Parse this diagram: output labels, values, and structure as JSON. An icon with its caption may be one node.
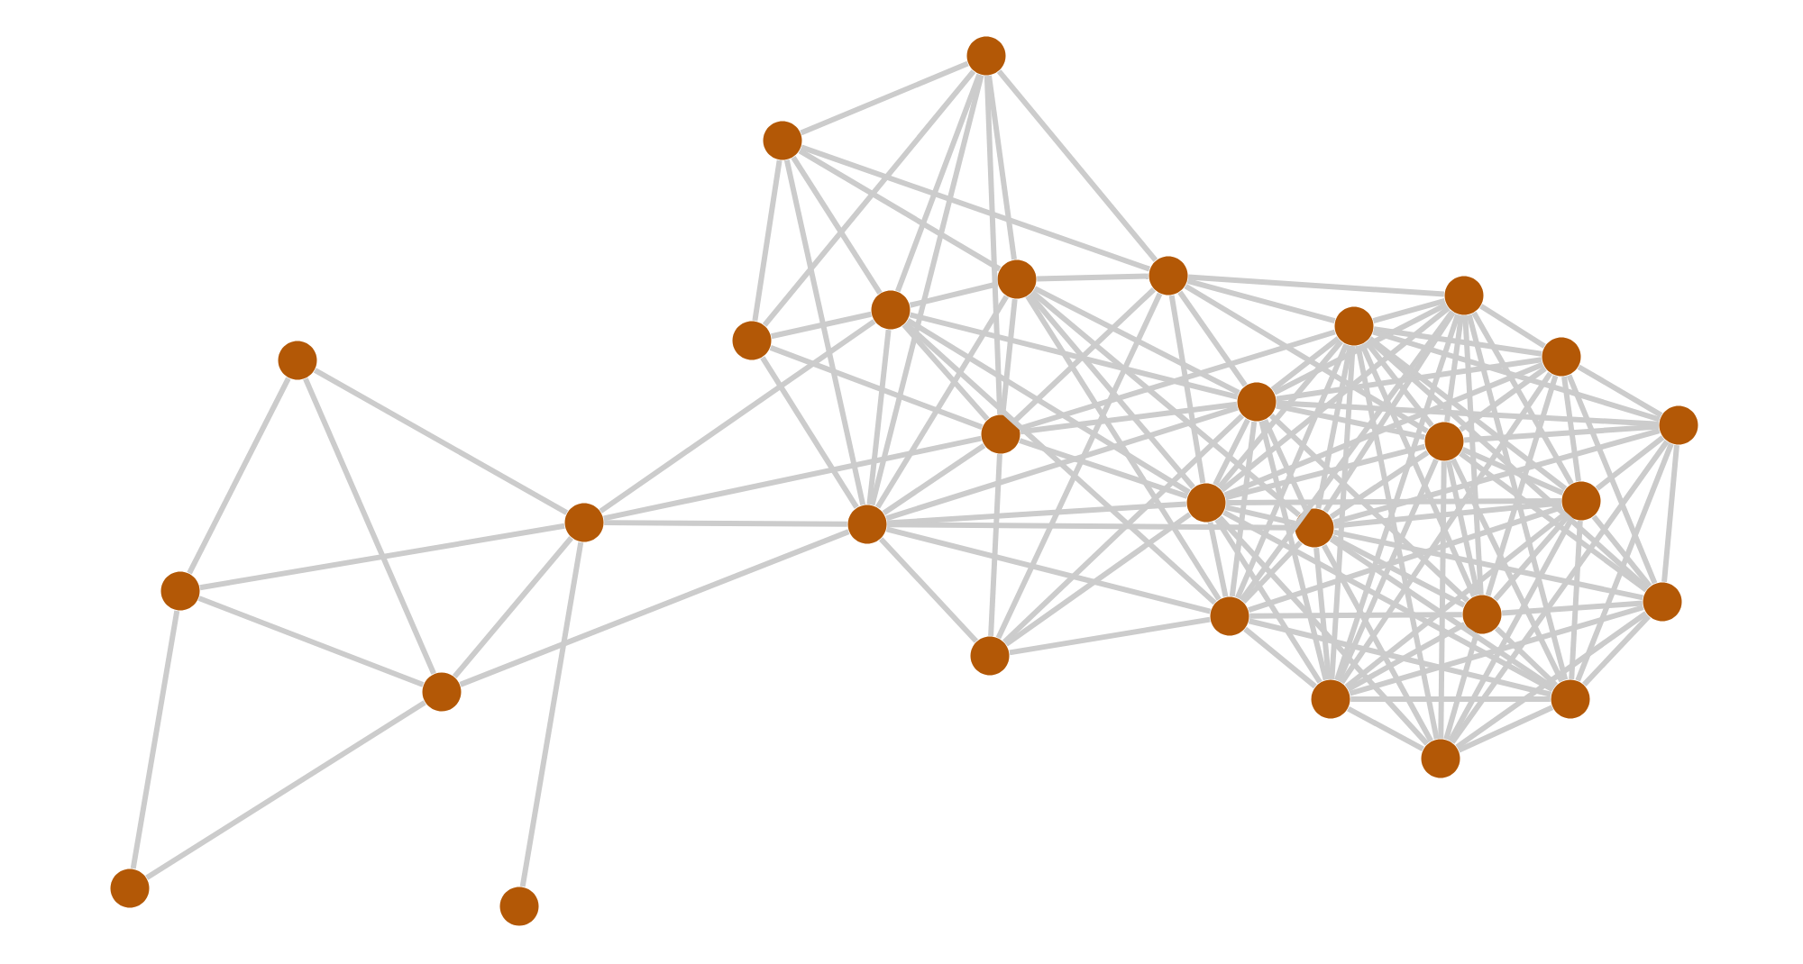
{
  "diagram": {
    "nodes": [
      {
        "text": [],
        "shape": "circle"
      },
      {
        "text": [],
        "shape": "circle"
      },
      {
        "text": [],
        "shape": "circle"
      },
      {
        "text": [],
        "shape": "circle"
      },
      {
        "text": [],
        "shape": "circle"
      },
      {
        "text": [],
        "shape": "circle"
      },
      {
        "text": [],
        "shape": "circle"
      },
      {
        "text": [],
        "shape": "circle"
      },
      {
        "text": [],
        "shape": "circle"
      },
      {
        "text": [],
        "shape": "circle"
      },
      {
        "text": [],
        "shape": "circle"
      },
      {
        "text": [],
        "shape": "circle"
      },
      {
        "text": [],
        "shape": "circle"
      },
      {
        "text": [],
        "shape": "circle"
      },
      {
        "text": [],
        "shape": "circle"
      },
      {
        "text": [],
        "shape": "circle"
      },
      {
        "text": [],
        "shape": "circle"
      },
      {
        "text": [],
        "shape": "circle"
      },
      {
        "text": [],
        "shape": "circle"
      },
      {
        "text": [],
        "shape": "circle"
      },
      {
        "text": [],
        "shape": "circle"
      },
      {
        "text": [],
        "shape": "circle"
      },
      {
        "text": [],
        "shape": "circle"
      },
      {
        "text": [],
        "shape": "circle"
      },
      {
        "text": [],
        "shape": "circle"
      },
      {
        "text": [],
        "shape": "circle"
      },
      {
        "text": [],
        "shape": "circle"
      },
      {
        "text": [],
        "shape": "circle"
      },
      {
        "text": [],
        "shape": "circle"
      },
      {
        "text": [],
        "shape": "circle"
      }
    ],
    "edges": [
      {
        "from": 2,
        "to": 1,
        "arrow": "none"
      },
      {
        "from": 2,
        "to": 3,
        "arrow": "none"
      },
      {
        "from": 2,
        "to": 5,
        "arrow": "none"
      },
      {
        "from": 1,
        "to": 5,
        "arrow": "none"
      },
      {
        "from": 1,
        "to": 3,
        "arrow": "none"
      },
      {
        "from": 1,
        "to": 0,
        "arrow": "none"
      },
      {
        "from": 3,
        "to": 0,
        "arrow": "none"
      },
      {
        "from": 3,
        "to": 5,
        "arrow": "none"
      },
      {
        "from": 3,
        "to": 8,
        "arrow": "none"
      },
      {
        "from": 5,
        "to": 4,
        "arrow": "none"
      },
      {
        "from": 5,
        "to": 9,
        "arrow": "none"
      },
      {
        "from": 5,
        "to": 12,
        "arrow": "none"
      },
      {
        "from": 5,
        "to": 8,
        "arrow": "none"
      },
      {
        "from": 7,
        "to": 10,
        "arrow": "none"
      },
      {
        "from": 7,
        "to": 6,
        "arrow": "none"
      },
      {
        "from": 7,
        "to": 8,
        "arrow": "none"
      },
      {
        "from": 7,
        "to": 9,
        "arrow": "none"
      },
      {
        "from": 7,
        "to": 13,
        "arrow": "none"
      },
      {
        "from": 7,
        "to": 14,
        "arrow": "none"
      },
      {
        "from": 10,
        "to": 6,
        "arrow": "none"
      },
      {
        "from": 10,
        "to": 9,
        "arrow": "none"
      },
      {
        "from": 10,
        "to": 8,
        "arrow": "none"
      },
      {
        "from": 10,
        "to": 13,
        "arrow": "none"
      },
      {
        "from": 10,
        "to": 12,
        "arrow": "none"
      },
      {
        "from": 10,
        "to": 14,
        "arrow": "none"
      },
      {
        "from": 6,
        "to": 9,
        "arrow": "none"
      },
      {
        "from": 6,
        "to": 8,
        "arrow": "none"
      },
      {
        "from": 6,
        "to": 12,
        "arrow": "none"
      },
      {
        "from": 9,
        "to": 13,
        "arrow": "none"
      },
      {
        "from": 9,
        "to": 12,
        "arrow": "none"
      },
      {
        "from": 9,
        "to": 8,
        "arrow": "none"
      },
      {
        "from": 9,
        "to": 15,
        "arrow": "none"
      },
      {
        "from": 9,
        "to": 17,
        "arrow": "none"
      },
      {
        "from": 9,
        "to": 16,
        "arrow": "none"
      },
      {
        "from": 13,
        "to": 14,
        "arrow": "none"
      },
      {
        "from": 13,
        "to": 12,
        "arrow": "none"
      },
      {
        "from": 13,
        "to": 8,
        "arrow": "none"
      },
      {
        "from": 13,
        "to": 17,
        "arrow": "none"
      },
      {
        "from": 13,
        "to": 15,
        "arrow": "none"
      },
      {
        "from": 13,
        "to": 18,
        "arrow": "none"
      },
      {
        "from": 13,
        "to": 16,
        "arrow": "none"
      },
      {
        "from": 14,
        "to": 12,
        "arrow": "none"
      },
      {
        "from": 14,
        "to": 11,
        "arrow": "none"
      },
      {
        "from": 14,
        "to": 17,
        "arrow": "none"
      },
      {
        "from": 14,
        "to": 15,
        "arrow": "none"
      },
      {
        "from": 14,
        "to": 20,
        "arrow": "none"
      },
      {
        "from": 14,
        "to": 23,
        "arrow": "none"
      },
      {
        "from": 14,
        "to": 22,
        "arrow": "none"
      },
      {
        "from": 12,
        "to": 8,
        "arrow": "none"
      },
      {
        "from": 12,
        "to": 11,
        "arrow": "none"
      },
      {
        "from": 12,
        "to": 17,
        "arrow": "none"
      },
      {
        "from": 12,
        "to": 15,
        "arrow": "none"
      },
      {
        "from": 12,
        "to": 20,
        "arrow": "none"
      },
      {
        "from": 8,
        "to": 11,
        "arrow": "none"
      },
      {
        "from": 8,
        "to": 15,
        "arrow": "none"
      },
      {
        "from": 8,
        "to": 17,
        "arrow": "none"
      },
      {
        "from": 8,
        "to": 18,
        "arrow": "none"
      },
      {
        "from": 8,
        "to": 16,
        "arrow": "none"
      },
      {
        "from": 11,
        "to": 16,
        "arrow": "none"
      },
      {
        "from": 11,
        "to": 17,
        "arrow": "none"
      },
      {
        "from": 11,
        "to": 15,
        "arrow": "none"
      },
      {
        "from": 15,
        "to": 16,
        "arrow": "none"
      },
      {
        "from": 15,
        "to": 17,
        "arrow": "none"
      },
      {
        "from": 15,
        "to": 18,
        "arrow": "none"
      },
      {
        "from": 15,
        "to": 19,
        "arrow": "none"
      },
      {
        "from": 15,
        "to": 20,
        "arrow": "none"
      },
      {
        "from": 15,
        "to": 21,
        "arrow": "none"
      },
      {
        "from": 15,
        "to": 22,
        "arrow": "none"
      },
      {
        "from": 15,
        "to": 23,
        "arrow": "none"
      },
      {
        "from": 15,
        "to": 25,
        "arrow": "none"
      },
      {
        "from": 15,
        "to": 26,
        "arrow": "none"
      },
      {
        "from": 15,
        "to": 27,
        "arrow": "none"
      },
      {
        "from": 16,
        "to": 17,
        "arrow": "none"
      },
      {
        "from": 16,
        "to": 18,
        "arrow": "none"
      },
      {
        "from": 16,
        "to": 19,
        "arrow": "none"
      },
      {
        "from": 16,
        "to": 20,
        "arrow": "none"
      },
      {
        "from": 16,
        "to": 23,
        "arrow": "none"
      },
      {
        "from": 16,
        "to": 24,
        "arrow": "none"
      },
      {
        "from": 16,
        "to": 26,
        "arrow": "none"
      },
      {
        "from": 16,
        "to": 27,
        "arrow": "none"
      },
      {
        "from": 17,
        "to": 18,
        "arrow": "none"
      },
      {
        "from": 17,
        "to": 19,
        "arrow": "none"
      },
      {
        "from": 17,
        "to": 20,
        "arrow": "none"
      },
      {
        "from": 17,
        "to": 22,
        "arrow": "none"
      },
      {
        "from": 17,
        "to": 23,
        "arrow": "none"
      },
      {
        "from": 17,
        "to": 24,
        "arrow": "none"
      },
      {
        "from": 17,
        "to": 25,
        "arrow": "none"
      },
      {
        "from": 17,
        "to": 29,
        "arrow": "none"
      },
      {
        "from": 18,
        "to": 19,
        "arrow": "none"
      },
      {
        "from": 18,
        "to": 20,
        "arrow": "none"
      },
      {
        "from": 18,
        "to": 21,
        "arrow": "none"
      },
      {
        "from": 18,
        "to": 22,
        "arrow": "none"
      },
      {
        "from": 18,
        "to": 23,
        "arrow": "none"
      },
      {
        "from": 18,
        "to": 24,
        "arrow": "none"
      },
      {
        "from": 18,
        "to": 26,
        "arrow": "none"
      },
      {
        "from": 18,
        "to": 27,
        "arrow": "none"
      },
      {
        "from": 18,
        "to": 28,
        "arrow": "none"
      },
      {
        "from": 18,
        "to": 29,
        "arrow": "none"
      },
      {
        "from": 19,
        "to": 20,
        "arrow": "none"
      },
      {
        "from": 19,
        "to": 21,
        "arrow": "none"
      },
      {
        "from": 19,
        "to": 22,
        "arrow": "none"
      },
      {
        "from": 19,
        "to": 23,
        "arrow": "none"
      },
      {
        "from": 19,
        "to": 24,
        "arrow": "none"
      },
      {
        "from": 19,
        "to": 25,
        "arrow": "none"
      },
      {
        "from": 19,
        "to": 26,
        "arrow": "none"
      },
      {
        "from": 19,
        "to": 27,
        "arrow": "none"
      },
      {
        "from": 19,
        "to": 28,
        "arrow": "none"
      },
      {
        "from": 20,
        "to": 21,
        "arrow": "none"
      },
      {
        "from": 20,
        "to": 22,
        "arrow": "none"
      },
      {
        "from": 20,
        "to": 23,
        "arrow": "none"
      },
      {
        "from": 20,
        "to": 24,
        "arrow": "none"
      },
      {
        "from": 20,
        "to": 25,
        "arrow": "none"
      },
      {
        "from": 20,
        "to": 27,
        "arrow": "none"
      },
      {
        "from": 20,
        "to": 28,
        "arrow": "none"
      },
      {
        "from": 20,
        "to": 29,
        "arrow": "none"
      },
      {
        "from": 21,
        "to": 22,
        "arrow": "none"
      },
      {
        "from": 21,
        "to": 24,
        "arrow": "none"
      },
      {
        "from": 21,
        "to": 26,
        "arrow": "none"
      },
      {
        "from": 21,
        "to": 27,
        "arrow": "none"
      },
      {
        "from": 21,
        "to": 28,
        "arrow": "none"
      },
      {
        "from": 21,
        "to": 29,
        "arrow": "none"
      },
      {
        "from": 22,
        "to": 23,
        "arrow": "none"
      },
      {
        "from": 22,
        "to": 24,
        "arrow": "none"
      },
      {
        "from": 22,
        "to": 25,
        "arrow": "none"
      },
      {
        "from": 22,
        "to": 26,
        "arrow": "none"
      },
      {
        "from": 22,
        "to": 27,
        "arrow": "none"
      },
      {
        "from": 22,
        "to": 28,
        "arrow": "none"
      },
      {
        "from": 22,
        "to": 29,
        "arrow": "none"
      },
      {
        "from": 23,
        "to": 24,
        "arrow": "none"
      },
      {
        "from": 23,
        "to": 25,
        "arrow": "none"
      },
      {
        "from": 23,
        "to": 26,
        "arrow": "none"
      },
      {
        "from": 23,
        "to": 27,
        "arrow": "none"
      },
      {
        "from": 24,
        "to": 25,
        "arrow": "none"
      },
      {
        "from": 24,
        "to": 26,
        "arrow": "none"
      },
      {
        "from": 24,
        "to": 27,
        "arrow": "none"
      },
      {
        "from": 24,
        "to": 28,
        "arrow": "none"
      },
      {
        "from": 25,
        "to": 27,
        "arrow": "none"
      },
      {
        "from": 25,
        "to": 28,
        "arrow": "none"
      },
      {
        "from": 25,
        "to": 29,
        "arrow": "none"
      },
      {
        "from": 26,
        "to": 27,
        "arrow": "none"
      },
      {
        "from": 26,
        "to": 28,
        "arrow": "none"
      },
      {
        "from": 26,
        "to": 29,
        "arrow": "none"
      },
      {
        "from": 27,
        "to": 28,
        "arrow": "none"
      },
      {
        "from": 27,
        "to": 29,
        "arrow": "none"
      },
      {
        "from": 28,
        "to": 29,
        "arrow": "none"
      }
    ]
  }
}
